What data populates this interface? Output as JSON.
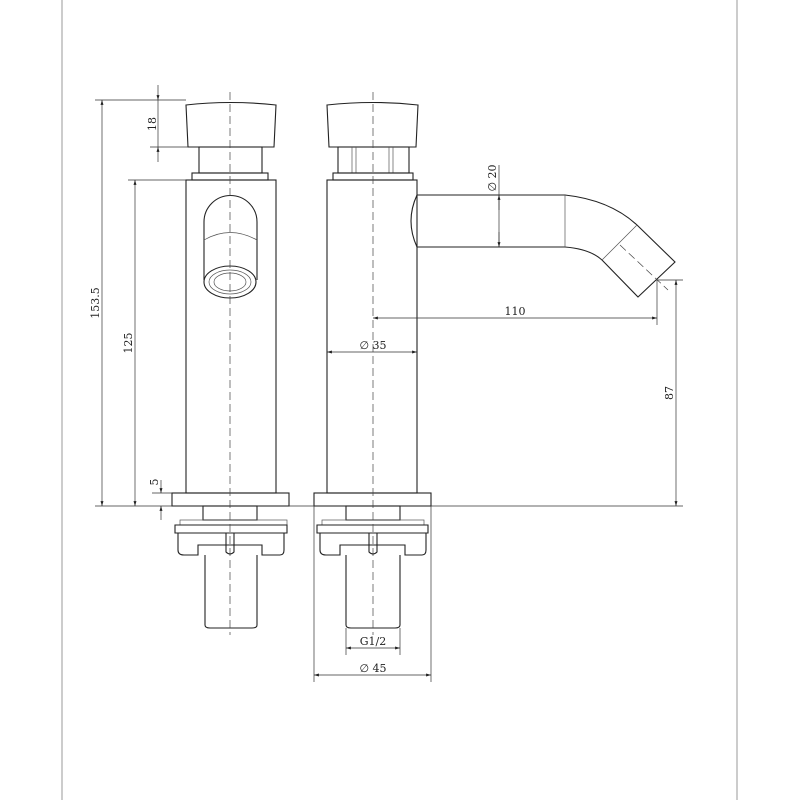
{
  "drawing": {
    "views": [
      "front-view",
      "side-view"
    ],
    "dimensions": {
      "overall_height": "153.5",
      "body_height": "125",
      "button_height": "18",
      "base_thickness": "5",
      "spout_diameter": "∅ 20",
      "spout_reach": "110",
      "body_diameter": "∅ 35",
      "spout_height": "87",
      "thread": "G1/2",
      "base_diameter": "∅ 45"
    }
  }
}
